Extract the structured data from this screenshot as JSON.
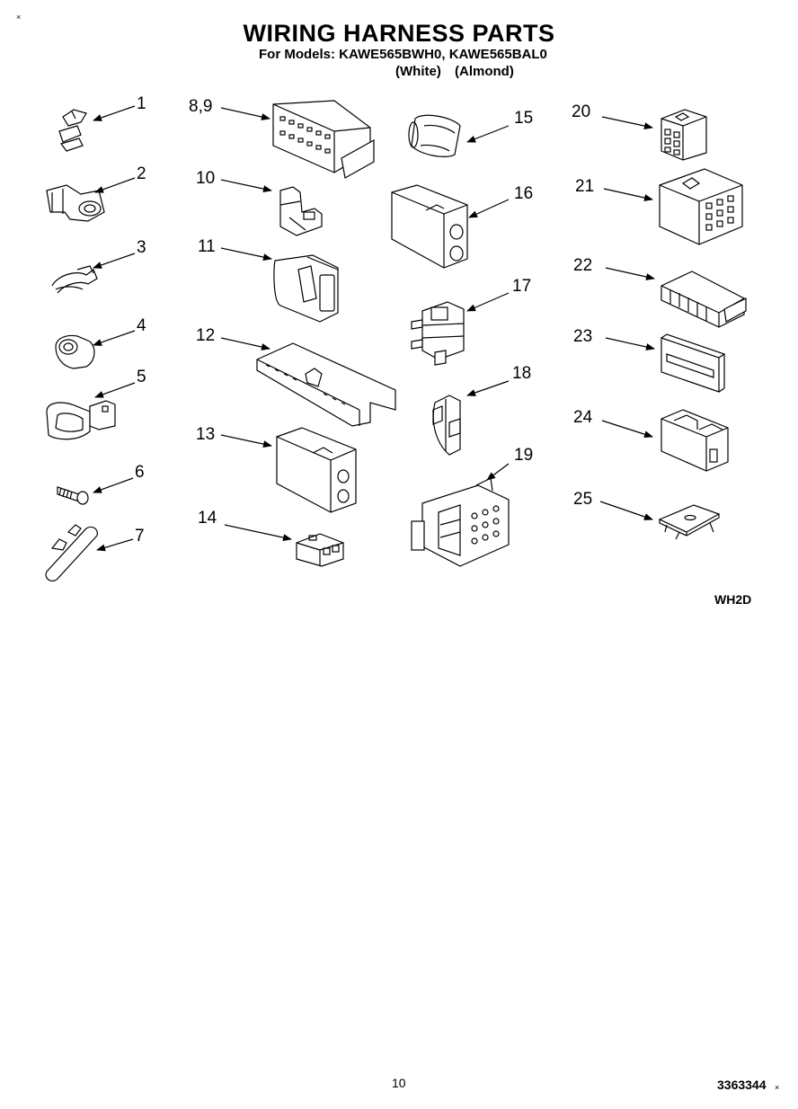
{
  "header": {
    "title": "WIRING HARNESS PARTS",
    "models": "For Models: KAWE565BWH0, KAWE565BAL0",
    "variant_white": "(White)",
    "variant_almond": "(Almond)"
  },
  "callouts": [
    "1",
    "2",
    "3",
    "4",
    "5",
    "6",
    "7",
    "8,9",
    "10",
    "11",
    "12",
    "13",
    "14",
    "15",
    "16",
    "17",
    "18",
    "19",
    "20",
    "21",
    "22",
    "23",
    "24",
    "25"
  ],
  "diagram_code": "WH2D",
  "footer": {
    "page_number": "10",
    "doc_number": "3363344"
  },
  "corner_marks": {
    "top_left": "×",
    "bottom_right": "×"
  }
}
